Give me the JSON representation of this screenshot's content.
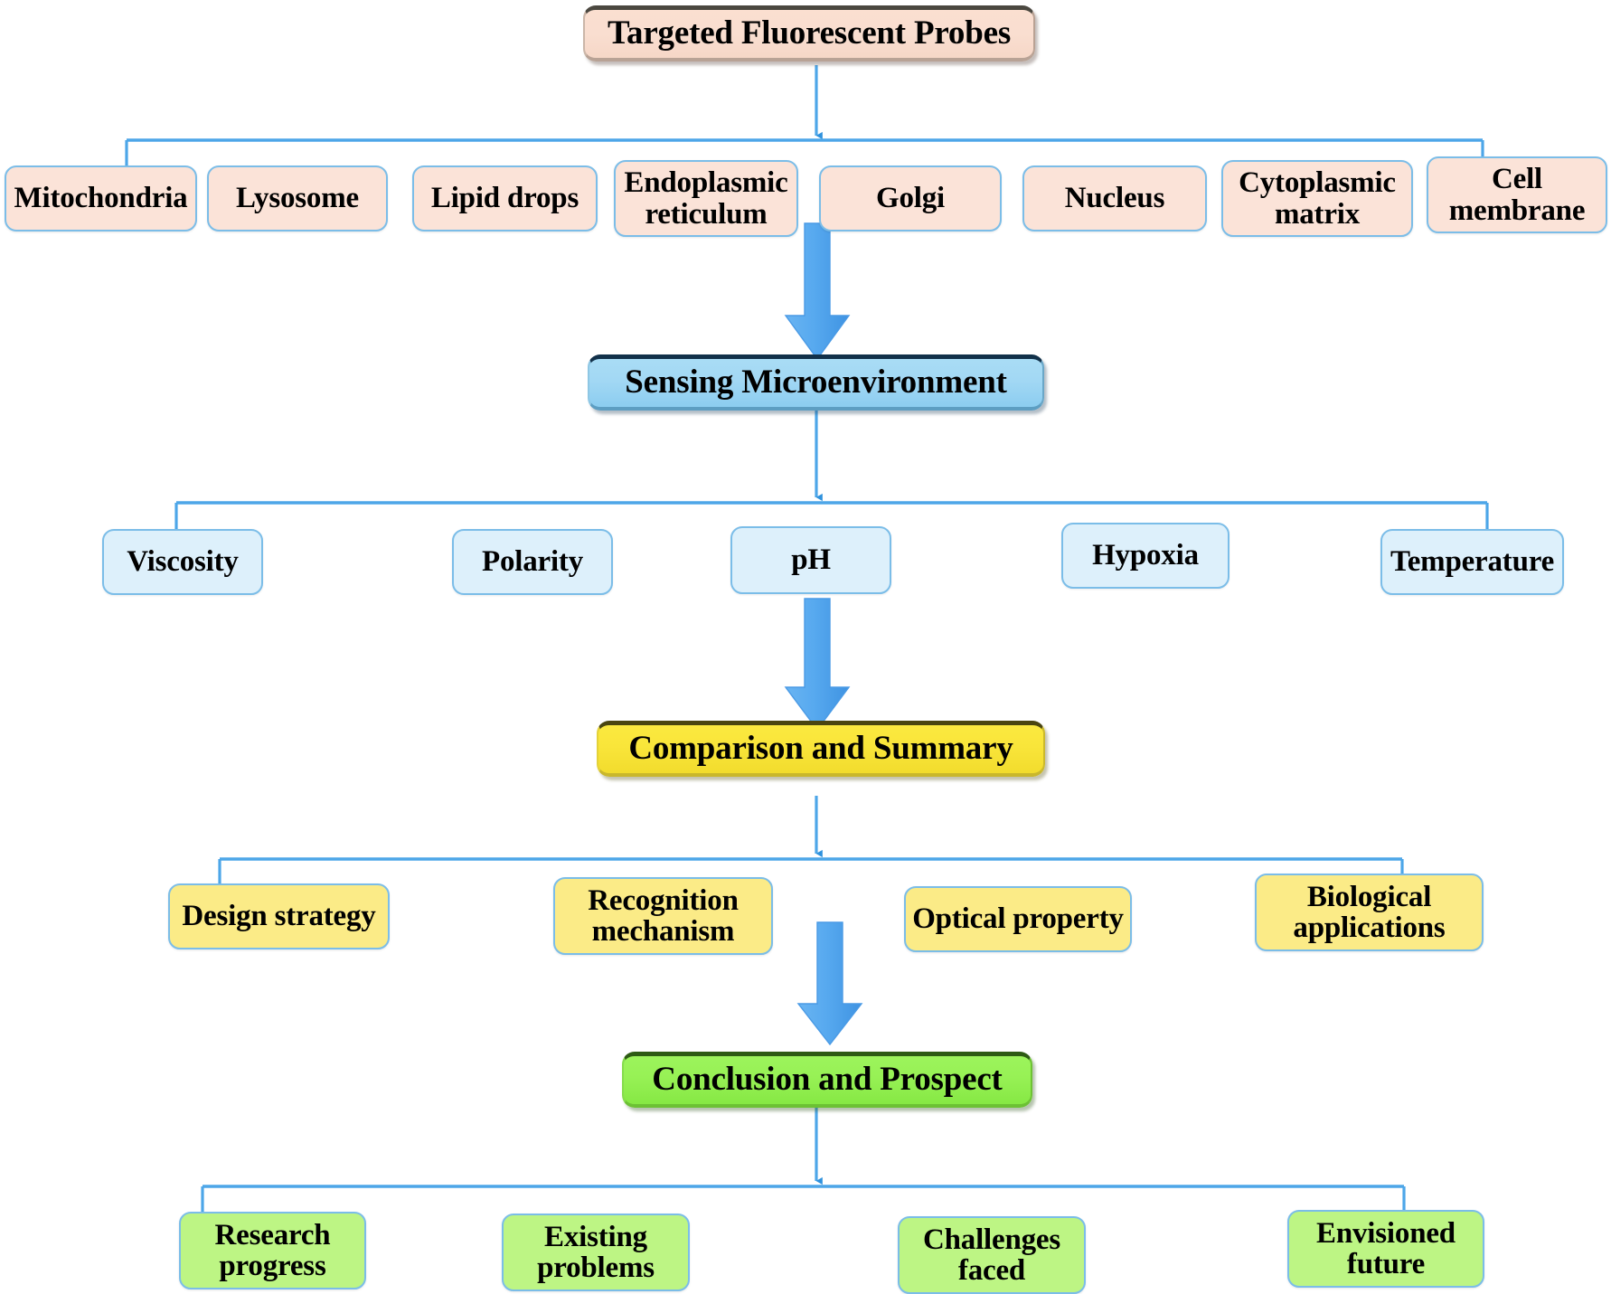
{
  "diagram": {
    "title": "Targeted Fluorescent Probes flowchart",
    "colors": {
      "banner_peach": "#f9ded0",
      "banner_blue": "#a2d8f4",
      "banner_yellow": "#f9e53a",
      "banner_green": "#97f155",
      "leaf_peach": "#fbe3d8",
      "leaf_light_blue": "#ddf0fb",
      "leaf_yellow": "#fbeb87",
      "leaf_green": "#bdf584",
      "connector_line": "#4da6e8",
      "block_arrow": "#55a8ef"
    },
    "levels": [
      {
        "id": "level-1",
        "kind": "banner",
        "node": {
          "label": "Targeted Fluorescent Probes"
        }
      },
      {
        "id": "level-2",
        "kind": "leaf-row",
        "nodes": [
          {
            "label": "Mitochondria"
          },
          {
            "label": "Lysosome"
          },
          {
            "label": "Lipid drops"
          },
          {
            "label": "Endoplasmic\nreticulum"
          },
          {
            "label": "Golgi"
          },
          {
            "label": "Nucleus"
          },
          {
            "label": "Cytoplasmic\nmatrix"
          },
          {
            "label": "Cell\nmembrane"
          }
        ]
      },
      {
        "id": "level-3",
        "kind": "banner",
        "node": {
          "label": "Sensing Microenvironment"
        }
      },
      {
        "id": "level-4",
        "kind": "leaf-row",
        "nodes": [
          {
            "label": "Viscosity"
          },
          {
            "label": "Polarity"
          },
          {
            "label": "pH"
          },
          {
            "label": "Hypoxia"
          },
          {
            "label": "Temperature"
          }
        ]
      },
      {
        "id": "level-5",
        "kind": "banner",
        "node": {
          "label": "Comparison and Summary"
        }
      },
      {
        "id": "level-6",
        "kind": "leaf-row",
        "nodes": [
          {
            "label": "Design strategy"
          },
          {
            "label": "Recognition\nmechanism"
          },
          {
            "label": "Optical property"
          },
          {
            "label": "Biological\napplications"
          }
        ]
      },
      {
        "id": "level-7",
        "kind": "banner",
        "node": {
          "label": "Conclusion and Prospect"
        }
      },
      {
        "id": "level-8",
        "kind": "leaf-row",
        "nodes": [
          {
            "label": "Research\nprogress"
          },
          {
            "label": "Existing\nproblems"
          },
          {
            "label": "Challenges\nfaced"
          },
          {
            "label": "Envisioned\nfuture"
          }
        ]
      }
    ]
  },
  "nodes": {
    "root": "Targeted Fluorescent Probes",
    "organelles": {
      "mitochondria": "Mitochondria",
      "lysosome": "Lysosome",
      "lipid_drops": "Lipid drops",
      "endoplasmic_reticulum_l1": "Endoplasmic",
      "endoplasmic_reticulum_l2": "reticulum",
      "golgi": "Golgi",
      "nucleus": "Nucleus",
      "cytoplasmic_matrix_l1": "Cytoplasmic",
      "cytoplasmic_matrix_l2": "matrix",
      "cell_membrane_l1": "Cell",
      "cell_membrane_l2": "membrane"
    },
    "sensing": "Sensing Microenvironment",
    "properties": {
      "viscosity": "Viscosity",
      "polarity": "Polarity",
      "ph": "pH",
      "hypoxia": "Hypoxia",
      "temperature": "Temperature"
    },
    "comparison": "Comparison and Summary",
    "aspects": {
      "design_strategy": "Design strategy",
      "recognition_mechanism_l1": "Recognition",
      "recognition_mechanism_l2": "mechanism",
      "optical_property": "Optical property",
      "biological_applications_l1": "Biological",
      "biological_applications_l2": "applications"
    },
    "conclusion": "Conclusion and Prospect",
    "outlook": {
      "research_progress_l1": "Research",
      "research_progress_l2": "progress",
      "existing_problems_l1": "Existing",
      "existing_problems_l2": "problems",
      "challenges_faced_l1": "Challenges",
      "challenges_faced_l2": "faced",
      "envisioned_future_l1": "Envisioned",
      "envisioned_future_l2": "future"
    }
  }
}
